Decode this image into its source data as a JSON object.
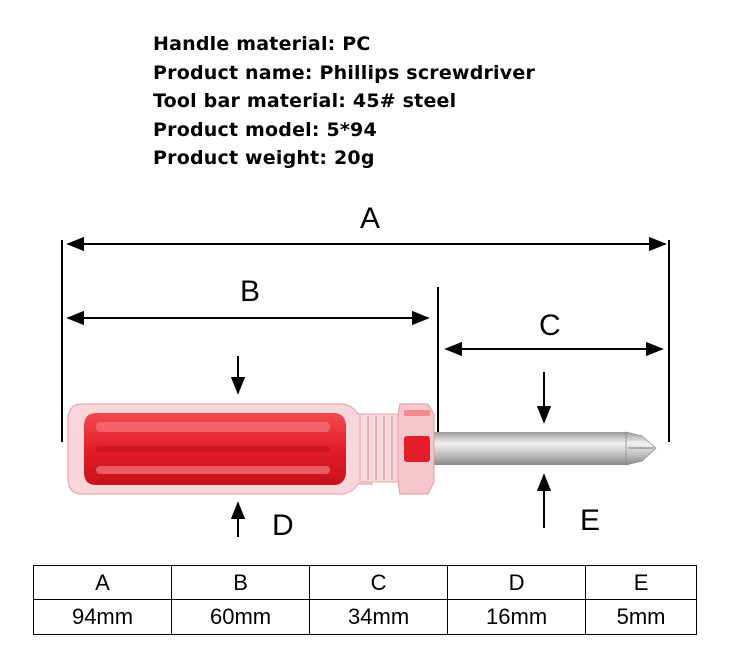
{
  "specs": [
    {
      "label": "Handle material",
      "value": "PC"
    },
    {
      "label": "Product name",
      "value": "Phillips screwdriver"
    },
    {
      "label": "Tool bar material",
      "value": "45# steel"
    },
    {
      "label": "Product model",
      "value": "5*94"
    },
    {
      "label": "Product weight",
      "value": "20g"
    }
  ],
  "spec_lines": [
    "Handle material: PC",
    "Product name: Phillips screwdriver",
    "Tool bar material: 45# steel",
    "Product model: 5*94",
    "Product weight: 20g"
  ],
  "diagram": {
    "labels": {
      "a": "A",
      "b": "B",
      "c": "C",
      "d": "D",
      "e": "E"
    },
    "colors": {
      "handle_red": "#e8202a",
      "handle_clear": "#f7c8cc",
      "shaft": "#c9c9c9"
    }
  },
  "table": {
    "headers": [
      "A",
      "B",
      "C",
      "D",
      "E"
    ],
    "values": [
      "94mm",
      "60mm",
      "34mm",
      "16mm",
      "5mm"
    ]
  }
}
